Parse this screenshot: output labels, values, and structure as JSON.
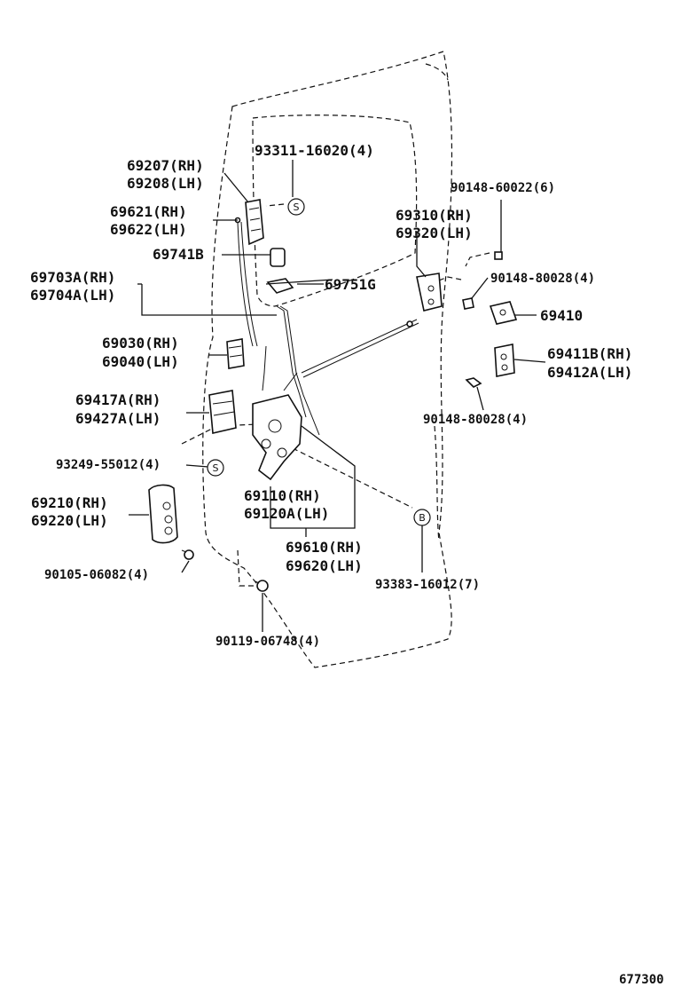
{
  "labels": {
    "p93311": "93311-16020(4)",
    "p69207": "69207(RH)",
    "p69208": "69208(LH)",
    "p69621": "69621(RH)",
    "p69622": "69622(LH)",
    "p69741B": "69741B",
    "p69703A": "69703A(RH)",
    "p69704A": "69704A(LH)",
    "p69751G": "69751G",
    "p69030": "69030(RH)",
    "p69040": "69040(LH)",
    "p69417A": "69417A(RH)",
    "p69427A": "69427A(LH)",
    "p93249": "93249-55012(4)",
    "p69210": "69210(RH)",
    "p69220": "69220(LH)",
    "p90105": "90105-06082(4)",
    "p69110": "69110(RH)",
    "p69120A": "69120A(LH)",
    "p69610": "69610(RH)",
    "p69620": "69620(LH)",
    "p93383": "93383-16012(7)",
    "p90119": "90119-06748(4)",
    "p90148_22": "90148-60022(6)",
    "p69310": "69310(RH)",
    "p69320": "69320(LH)",
    "p90148_28a": "90148-80028(4)",
    "p69410": "69410",
    "p69411B": "69411B(RH)",
    "p69412A": "69412A(LH)",
    "p90148_28b": "90148-80028(4)"
  },
  "markers": {
    "s1": "S",
    "s2": "S",
    "b1": "B"
  },
  "footer": {
    "code": "677300"
  }
}
